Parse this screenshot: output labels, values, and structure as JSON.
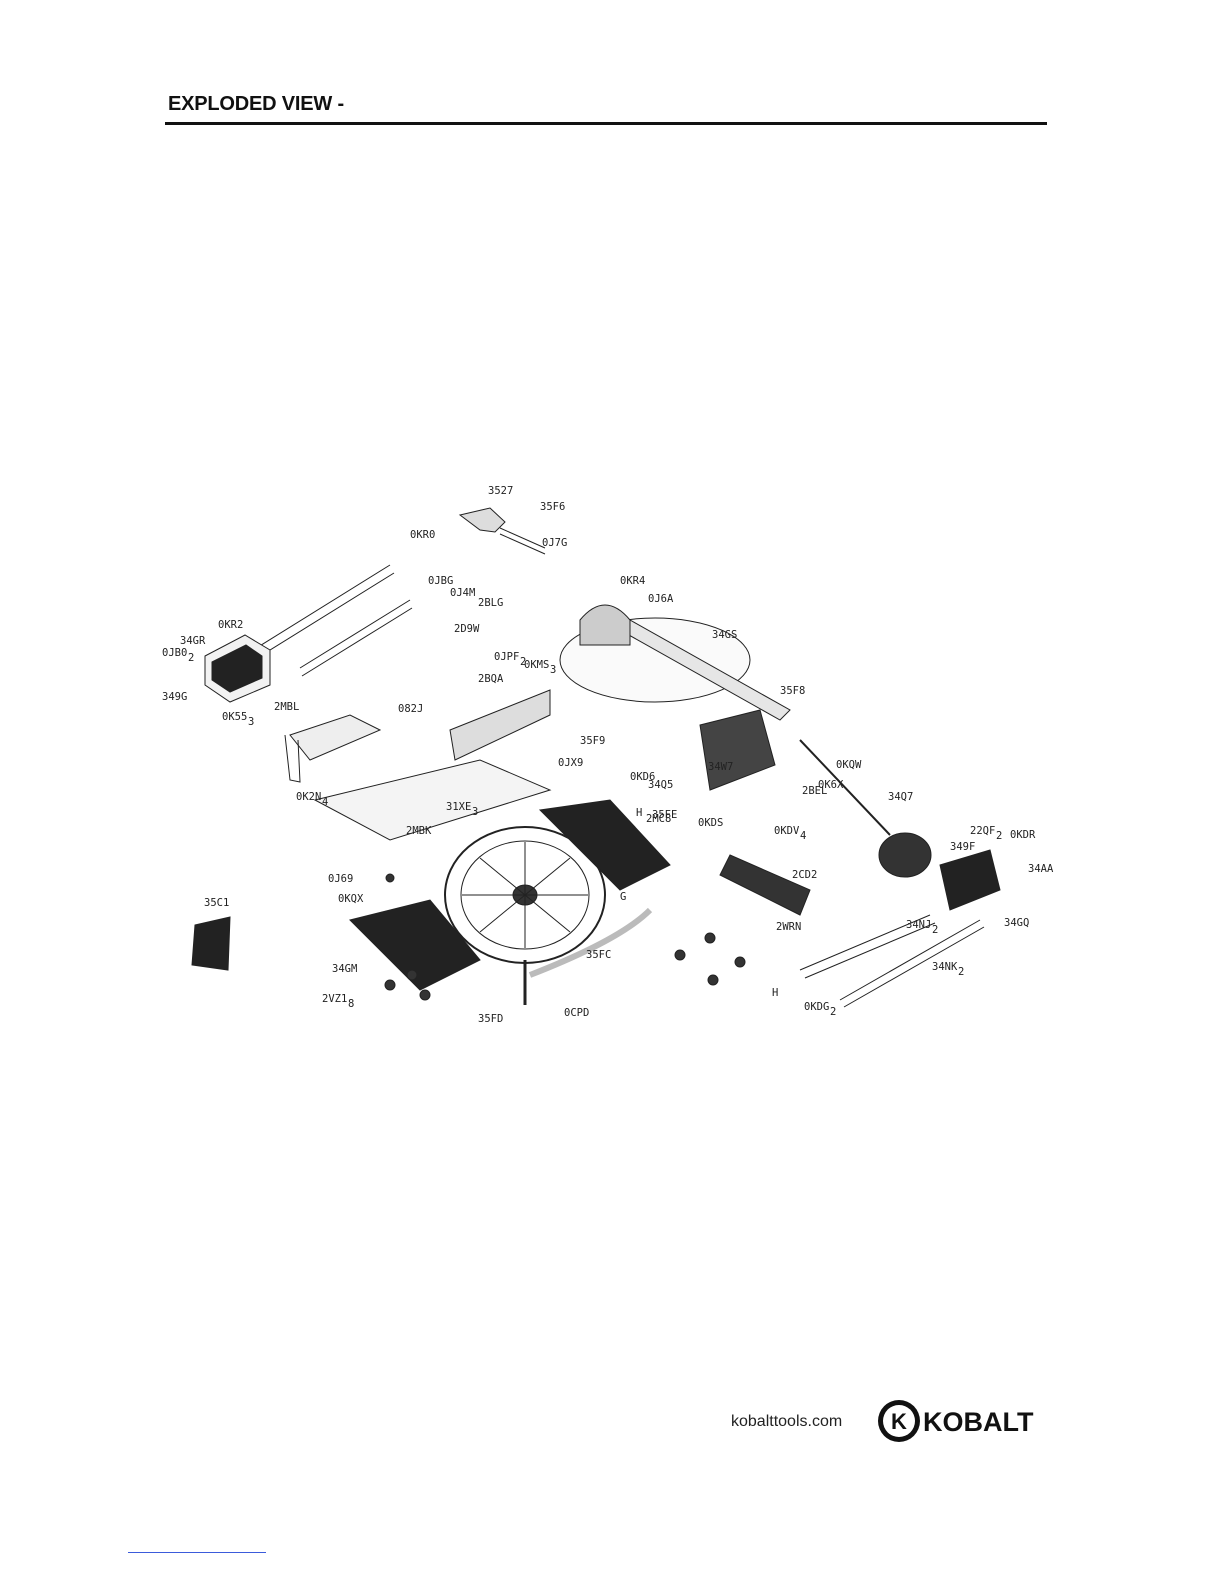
{
  "header": {
    "title": "EXPLODED VIEW -"
  },
  "diagram": {
    "parts": [
      "3527",
      "35F6",
      "0KR0",
      "0J7G",
      "0JBG",
      "0J4M",
      "2BLG",
      "0KR4",
      "0J6A",
      "0KR2",
      "34GR",
      "0JB0",
      "349G",
      "2D9W",
      "0JPF",
      "0KMS",
      "34GS",
      "35F8",
      "2BQA",
      "082J",
      "0K55",
      "2MBL",
      "0JX9",
      "35F9",
      "0KD6",
      "34W7",
      "34Q5",
      "0KQW",
      "0K6X",
      "2BEL",
      "0K2N",
      "31XE",
      "2MC8",
      "H",
      "35FE",
      "0KDS",
      "0KDV",
      "34Q7",
      "2MBK",
      "22QF",
      "0KDR",
      "349F",
      "34AA",
      "2CD2",
      "0J69",
      "0KQX",
      "35C1",
      "2WRN",
      "34GQ",
      "34NJ",
      "G",
      "34GM",
      "35FC",
      "34NK",
      "2VZ1",
      "35FD",
      "0CPD",
      "H",
      "0KDG"
    ],
    "subscripts": [
      "2",
      "2",
      "3",
      "3",
      "4",
      "3",
      "4",
      "2",
      "2",
      "2",
      "8",
      "2"
    ]
  },
  "footer": {
    "url": "kobalttools.com",
    "brand": "KOBALT",
    "logo_letter": "K"
  }
}
